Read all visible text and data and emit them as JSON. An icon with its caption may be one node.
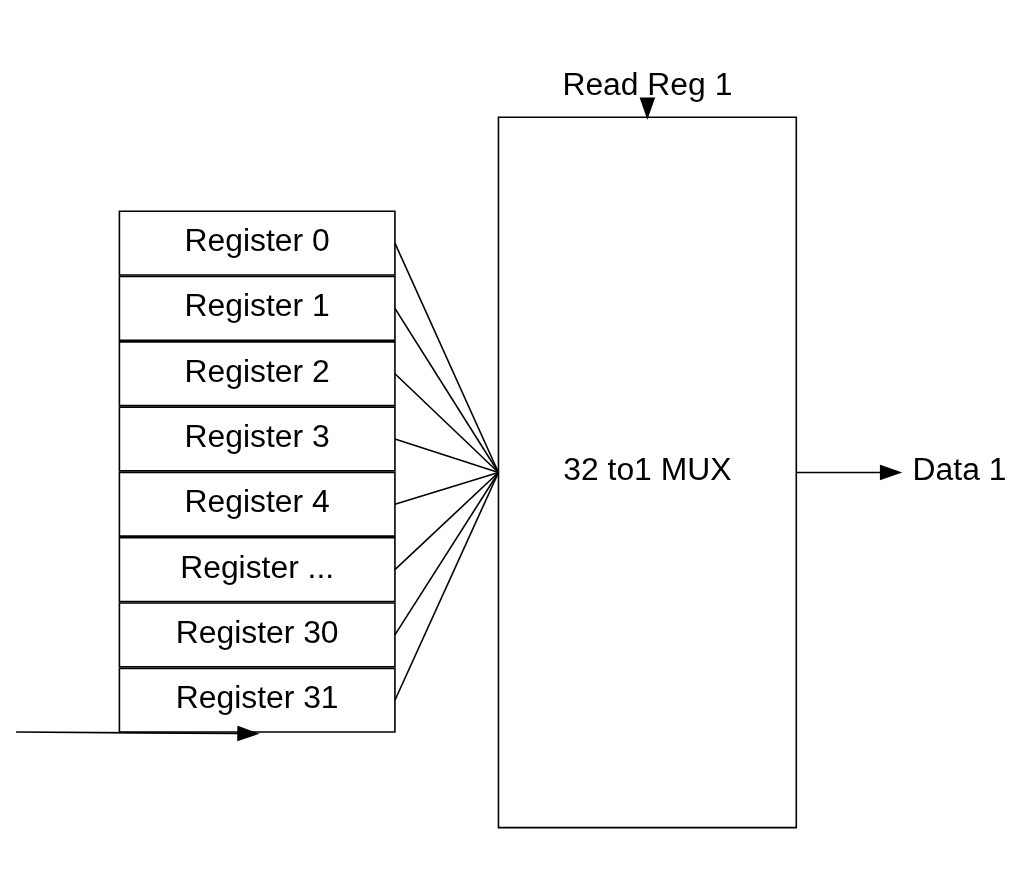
{
  "diagram": {
    "nodes": [
      {
        "text": [
          "Read Reg 1"
        ]
      },
      {
        "text": [
          "Register 0"
        ]
      },
      {
        "text": [
          "Register 1"
        ]
      },
      {
        "text": [
          "Register 2"
        ]
      },
      {
        "text": [
          "Register 3"
        ]
      },
      {
        "text": [
          "Register 4"
        ]
      },
      {
        "text": [
          "Register ..."
        ]
      },
      {
        "text": [
          "Register 30"
        ]
      },
      {
        "text": [
          "Register 31"
        ]
      },
      {
        "text": [
          "32 to1 MUX"
        ]
      },
      {
        "text": [
          "Data 1"
        ]
      }
    ],
    "edges": [
      {
        "from": 0,
        "to": 9,
        "arrow": "to"
      },
      {
        "from": 1,
        "to": 9,
        "arrow": "none"
      },
      {
        "from": 2,
        "to": 9,
        "arrow": "none"
      },
      {
        "from": 3,
        "to": 9,
        "arrow": "none"
      },
      {
        "from": 4,
        "to": 9,
        "arrow": "none"
      },
      {
        "from": 5,
        "to": 9,
        "arrow": "none"
      },
      {
        "from": 6,
        "to": 9,
        "arrow": "none"
      },
      {
        "from": 7,
        "to": 9,
        "arrow": "none"
      },
      {
        "from": 8,
        "to": 9,
        "arrow": "none"
      },
      {
        "from": 9,
        "to": 10,
        "arrow": "to"
      },
      {
        "from": null,
        "to": 8,
        "arrow": "to"
      }
    ]
  }
}
